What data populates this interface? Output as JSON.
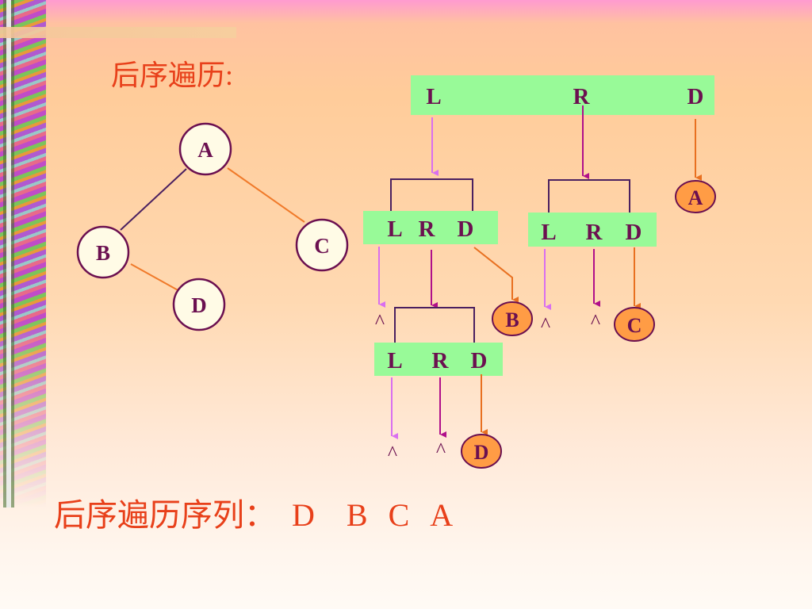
{
  "title": "后序遍历:",
  "sequence": {
    "prefix": "后序遍历序列：",
    "items": [
      "D",
      "B",
      "C",
      "A"
    ]
  },
  "tree": {
    "nodes": [
      "A",
      "B",
      "C",
      "D"
    ]
  },
  "trace": {
    "top_box": [
      "L",
      "R",
      "D"
    ],
    "level2_left": [
      "L",
      "R",
      "D"
    ],
    "level2_right": [
      "L",
      "R",
      "D"
    ],
    "level3": [
      "L",
      "R",
      "D"
    ],
    "visited": [
      "A",
      "B",
      "C",
      "D"
    ],
    "null_symbol": "^"
  },
  "colors": {
    "title": "#e8401a",
    "node_fill": "#fffbe6",
    "node_border": "#6b1050",
    "box_fill": "#98fa98",
    "box_text": "#6b1050",
    "visited_fill": "#ff9c45",
    "edge_left": "#d96ff0",
    "edge_right": "#b0108a",
    "edge_visit": "#e87020",
    "tree_edge_dark": "#4a2060",
    "tree_edge_orange": "#f07a2a"
  }
}
